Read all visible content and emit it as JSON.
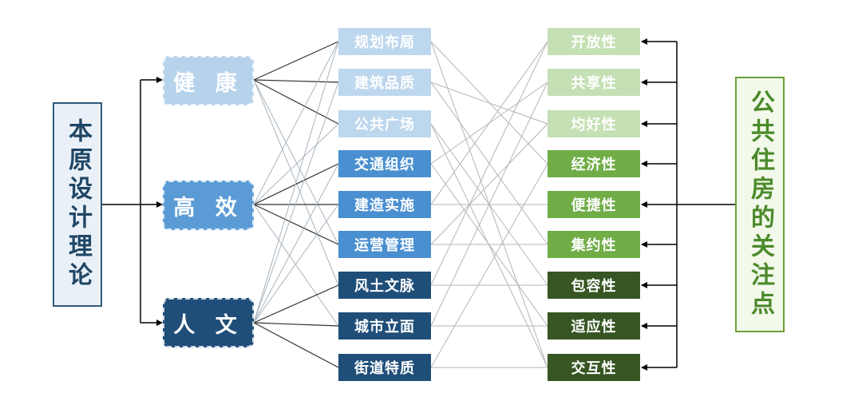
{
  "left_title": "本原设计理论",
  "right_title": "公共住房的关注点",
  "categories": [
    {
      "label": "健 康",
      "color": "#b7d3ec",
      "text_color": "#ffffff"
    },
    {
      "label": "高 效",
      "color": "#5b9bd5",
      "text_color": "#ffffff"
    },
    {
      "label": "人 文",
      "color": "#1f4e79",
      "text_color": "#ffffff"
    }
  ],
  "subitems": [
    {
      "label": "规划布局",
      "color": "#bdd7ee"
    },
    {
      "label": "建筑品质",
      "color": "#bdd7ee"
    },
    {
      "label": "公共广场",
      "color": "#bdd7ee"
    },
    {
      "label": "交通组织",
      "color": "#4a8fd0"
    },
    {
      "label": "建造实施",
      "color": "#4a8fd0"
    },
    {
      "label": "运营管理",
      "color": "#4a8fd0"
    },
    {
      "label": "风土文脉",
      "color": "#1f4e79"
    },
    {
      "label": "城市立面",
      "color": "#1f4e79"
    },
    {
      "label": "街道特质",
      "color": "#1f4e79"
    }
  ],
  "properties": [
    {
      "label": "开放性",
      "color": "#c5e0b4"
    },
    {
      "label": "共享性",
      "color": "#c5e0b4"
    },
    {
      "label": "均好性",
      "color": "#c5e0b4"
    },
    {
      "label": "经济性",
      "color": "#70ad47"
    },
    {
      "label": "便捷性",
      "color": "#70ad47"
    },
    {
      "label": "集约性",
      "color": "#70ad47"
    },
    {
      "label": "包容性",
      "color": "#375623"
    },
    {
      "label": "适应性",
      "color": "#375623"
    },
    {
      "label": "交互性",
      "color": "#375623"
    }
  ],
  "links": [
    [
      0,
      0
    ],
    [
      0,
      1
    ],
    [
      0,
      2
    ],
    [
      0,
      5
    ],
    [
      0,
      6
    ],
    [
      1,
      3
    ],
    [
      1,
      4
    ],
    [
      1,
      5
    ],
    [
      1,
      0
    ],
    [
      1,
      2
    ],
    [
      1,
      7
    ],
    [
      2,
      6
    ],
    [
      2,
      7
    ],
    [
      2,
      8
    ],
    [
      2,
      1
    ],
    [
      2,
      3
    ],
    [
      2,
      4
    ],
    [
      2,
      0
    ]
  ],
  "cross_links": [
    [
      0,
      3
    ],
    [
      0,
      8
    ],
    [
      1,
      2
    ],
    [
      1,
      5
    ],
    [
      2,
      6
    ],
    [
      2,
      8
    ],
    [
      3,
      7
    ],
    [
      3,
      1
    ],
    [
      4,
      4
    ],
    [
      4,
      0
    ],
    [
      5,
      2
    ],
    [
      5,
      5
    ],
    [
      6,
      6
    ],
    [
      6,
      0
    ],
    [
      7,
      7
    ],
    [
      7,
      1
    ],
    [
      8,
      8
    ],
    [
      8,
      3
    ]
  ]
}
